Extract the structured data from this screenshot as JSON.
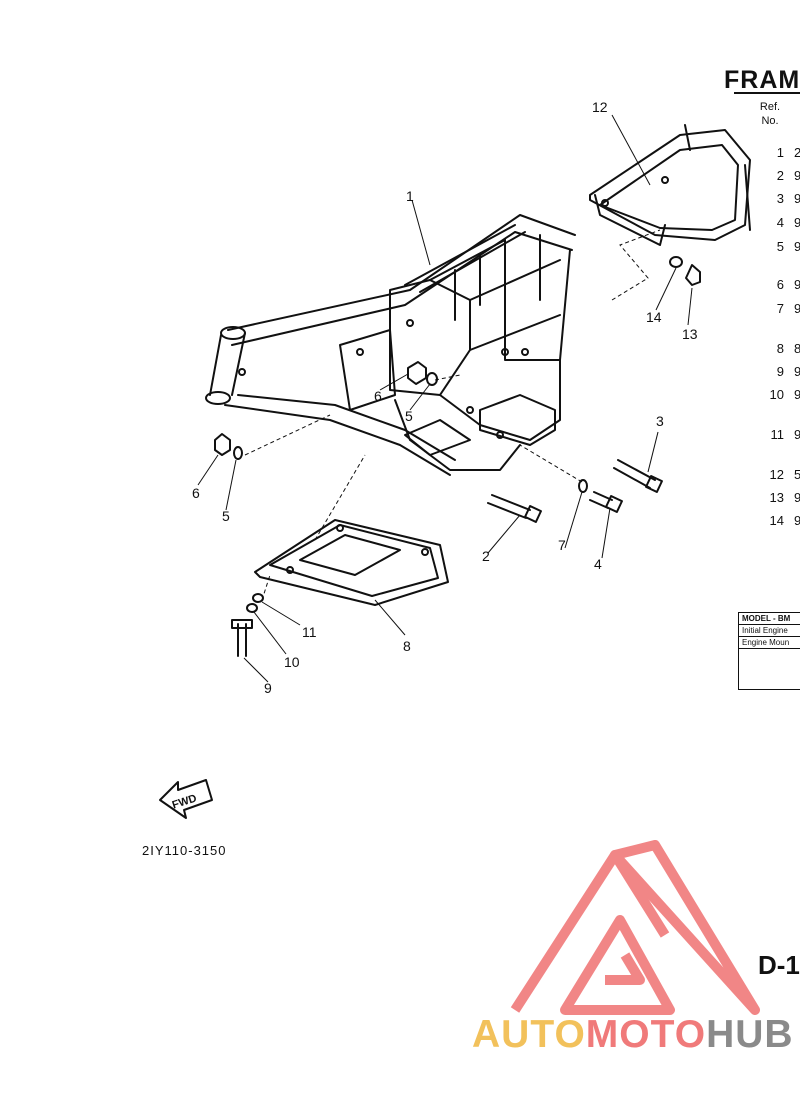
{
  "header": {
    "title": "FRAM"
  },
  "table": {
    "col_ref_line1": "Ref.",
    "col_ref_line2": "No.",
    "rows": [
      {
        "no": "1",
        "part": "2"
      },
      {
        "no": "2",
        "part": "9"
      },
      {
        "no": "3",
        "part": "9"
      },
      {
        "no": "4",
        "part": "9"
      },
      {
        "no": "5",
        "part": "9"
      },
      {
        "no": "6",
        "part": "9"
      },
      {
        "no": "7",
        "part": "9"
      },
      {
        "no": "8",
        "part": "8"
      },
      {
        "no": "9",
        "part": "9"
      },
      {
        "no": "10",
        "part": "9"
      },
      {
        "no": "11",
        "part": "9"
      },
      {
        "no": "12",
        "part": "5"
      },
      {
        "no": "13",
        "part": "9"
      },
      {
        "no": "14",
        "part": "9"
      }
    ]
  },
  "model_box": {
    "row1": "MODEL - BM",
    "row2": "Initial Engine",
    "row3": "Engine Moun"
  },
  "callouts": [
    "1",
    "2",
    "3",
    "4",
    "5",
    "5",
    "6",
    "6",
    "7",
    "8",
    "9",
    "10",
    "11",
    "12",
    "13",
    "14"
  ],
  "fwd_label": "FWD",
  "diagram_code": "2IY110-3150",
  "page_id": "D-1",
  "watermark": {
    "part1": "AUTO",
    "part2": "MOTO",
    "part3": "HUB"
  },
  "colors": {
    "line": "#111111",
    "wm_red": "#f07a7a",
    "wm_yellow": "#f2c15b",
    "wm_gray": "#8a8a8a"
  }
}
